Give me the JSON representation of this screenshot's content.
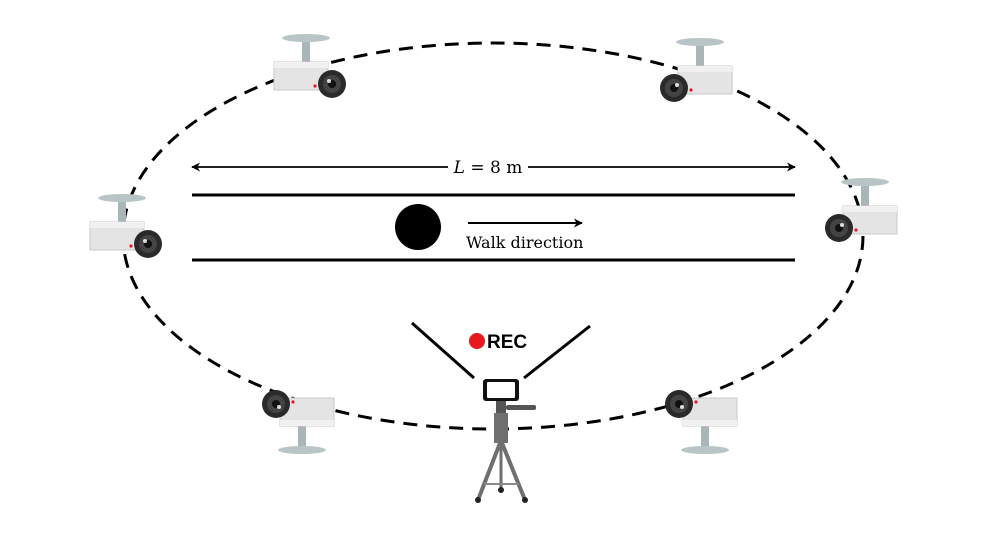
{
  "length_label": {
    "variable": "L",
    "equals_value": " = 8 m"
  },
  "walk_label": "Walk direction",
  "rec_label": "REC",
  "colors": {
    "rec_dot": "#e8191c",
    "line": "#000000",
    "camera_body": "#e4e4e4",
    "camera_mount": "#a9b6b8",
    "tripod": "#6f6f6f"
  },
  "icons": [
    "security-camera-icon",
    "smartphone-icon",
    "tripod-icon",
    "walker-dot-icon",
    "double-arrow-icon",
    "arrow-right-icon"
  ]
}
